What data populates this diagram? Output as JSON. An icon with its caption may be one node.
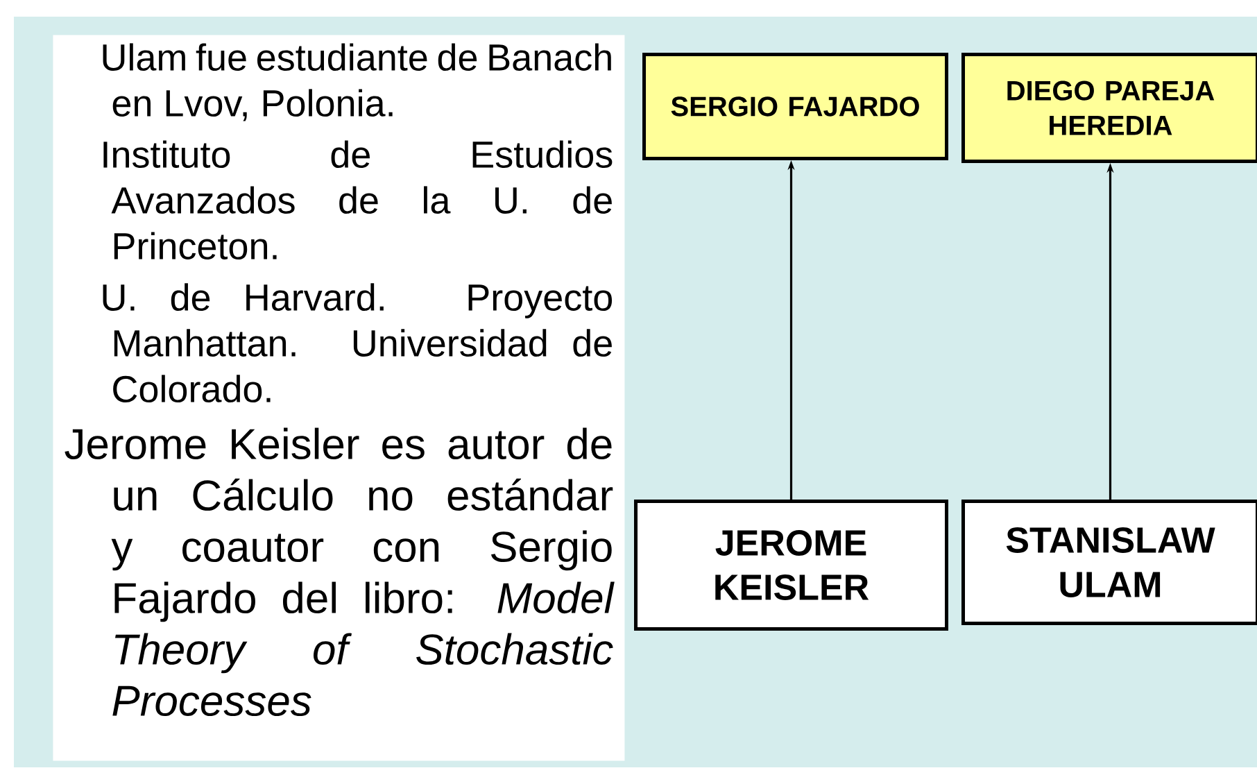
{
  "diagram": {
    "nodes": [
      {
        "text": [
          "Ulam fue estudiante de Banach en Lvov, Polonia.",
          "Instituto de Estudios Avanzados de la U. de Princeton.",
          "U. de Harvard. Proyecto Manhattan. Universidad de Colorado.",
          "Jerome Keisler es autor de un Cálculo no estándar y coautor con Sergio Fajardo del libro: *Model Theory of Stochastic Processes*"
        ]
      },
      {
        "text": [
          "SERGIO FAJARDO"
        ]
      },
      {
        "text": [
          "DIEGO PAREJA HEREDIA"
        ]
      },
      {
        "text": [
          "JEROME KEISLER"
        ]
      },
      {
        "text": [
          "STANISLAW ULAM"
        ]
      }
    ],
    "edges": [
      {
        "from": 3,
        "to": 1,
        "arrow": "to"
      },
      {
        "from": 4,
        "to": 2,
        "arrow": "to"
      }
    ]
  }
}
